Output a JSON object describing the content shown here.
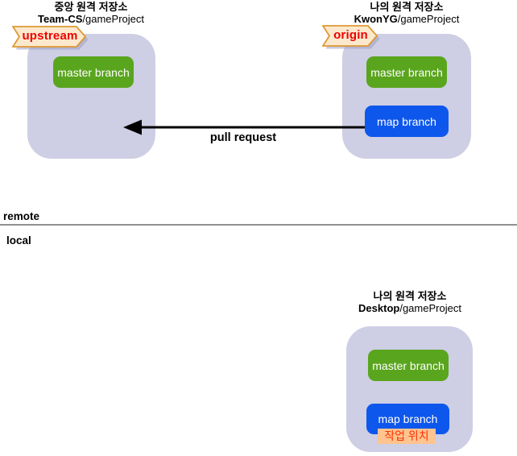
{
  "colors": {
    "lavender": "#cecee4",
    "green": "#5aa51e",
    "blue": "#0e57ec",
    "banner_fill": "#fce9cd",
    "banner_border": "#dd9933",
    "banner_text": "#ee0000",
    "highlight_bg": "#ffc48f",
    "highlight_text": "#ff3000",
    "divider": "#909090",
    "arrow": "#000000"
  },
  "repos": {
    "upstream": {
      "title": "중앙 원격 저장소",
      "owner": "Team-CS",
      "repo": "/gameProject",
      "banner": "upstream",
      "master_branch": "master branch"
    },
    "origin": {
      "title": "나의 원격 저장소",
      "owner": "KwonYG",
      "repo": "/gameProject",
      "banner": "origin",
      "master_branch": "master branch",
      "map_branch": "map branch"
    },
    "local": {
      "title": "나의 원격 저장소",
      "owner": "Desktop",
      "repo": "/gameProject",
      "master_branch": "master branch",
      "map_branch": "map branch",
      "work_location": "작업 위치"
    }
  },
  "arrow": {
    "label": "pull request"
  },
  "sections": {
    "remote": "remote",
    "local": "local"
  }
}
